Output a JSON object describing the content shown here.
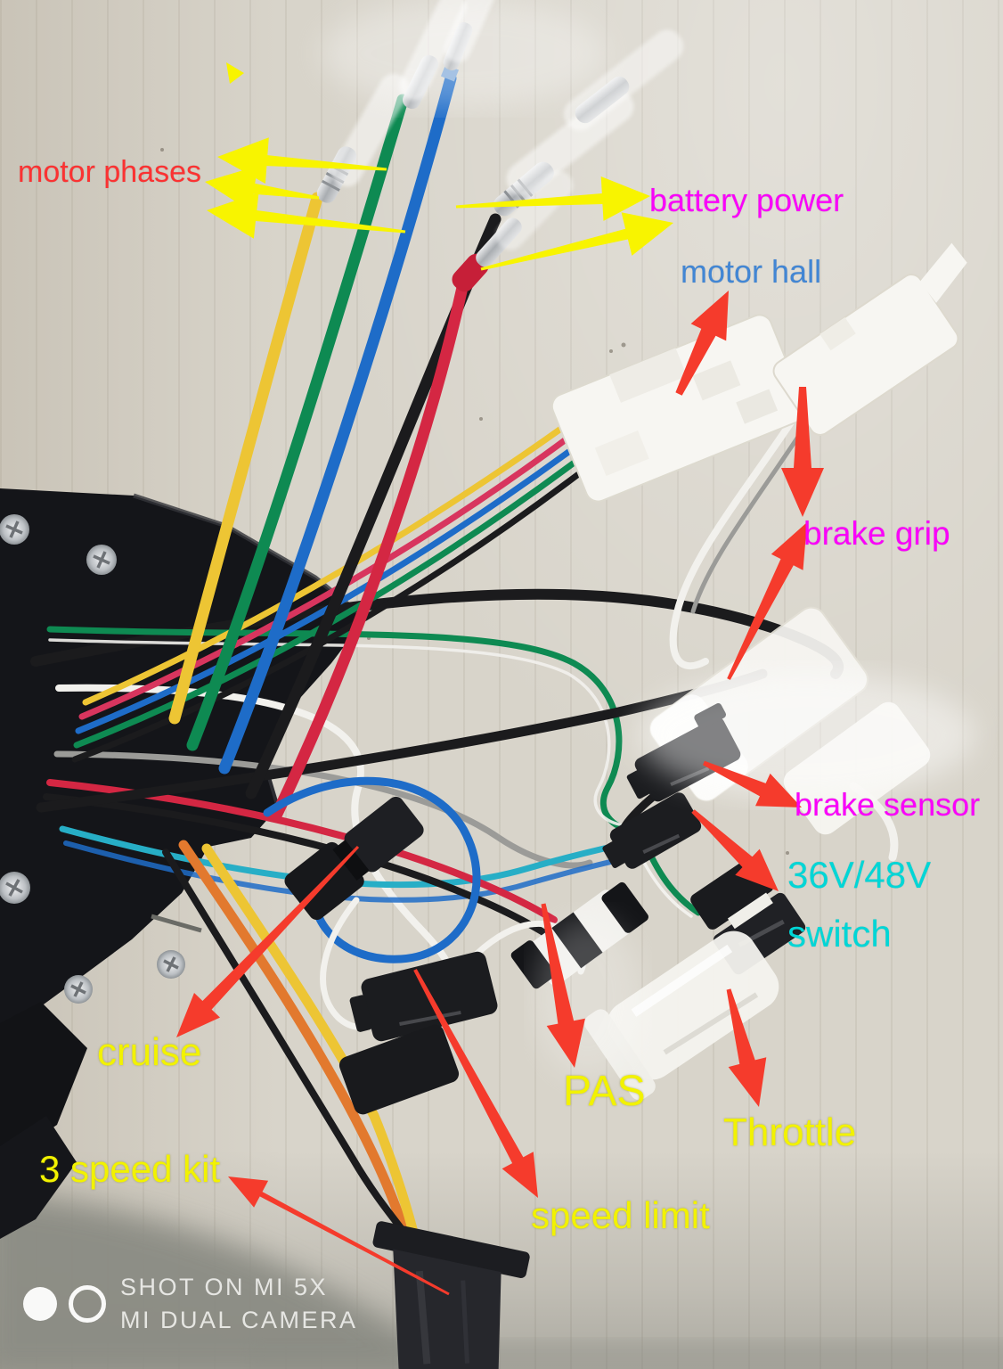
{
  "annotations": {
    "motor_phases": {
      "label": "motor phases",
      "color": "#fb3232"
    },
    "battery_power": {
      "label": "battery power",
      "color": "#fa00fa"
    },
    "motor_hall": {
      "label": "motor hall",
      "color": "#4286d4"
    },
    "brake_grip": {
      "label": "brake grip",
      "color": "#fa00fa"
    },
    "brake_sensor": {
      "label": "brake sensor",
      "color": "#fa00fa"
    },
    "voltage_switch": {
      "line1": "36V/48V",
      "line2": "switch",
      "color": "#00d6d6"
    },
    "cruise": {
      "label": "cruise",
      "color": "#f2f200"
    },
    "pas": {
      "label": "PAS",
      "color": "#f2f200"
    },
    "throttle": {
      "label": "Throttle",
      "color": "#f2f200"
    },
    "speed_limit": {
      "label": "speed limit",
      "color": "#f2f200"
    },
    "three_speed_kit": {
      "label": "3 speed kit",
      "color": "#f2f200"
    },
    "arrow_colors": {
      "red": "#f53b2c",
      "yellow": "#f8f400"
    }
  },
  "watermark": {
    "line1": "SHOT ON MI 5X",
    "line2": "MI DUAL CAMERA",
    "color": "#ebebe8"
  },
  "palette": {
    "background": "#d8d4ca",
    "shadow": "#8b8c84",
    "controller_black": "#141519",
    "wire_yellow": "#edc534",
    "wire_green": "#0e8a52",
    "wire_blue": "#1e6cc8",
    "wire_black": "#1b1b1d",
    "wire_red": "#d42743",
    "wire_orange": "#e2792e",
    "wire_white": "#f2f1ed",
    "wire_gray": "#9b9b98",
    "wire_teal": "#27aec6",
    "wire_pink": "#d8355e",
    "connector_white": "#f7f6f2"
  }
}
